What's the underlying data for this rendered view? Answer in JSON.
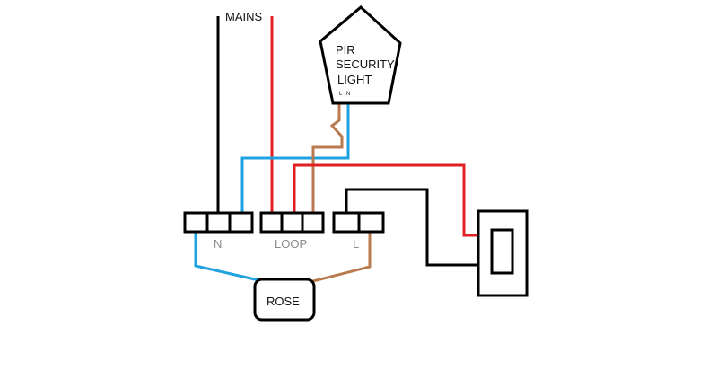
{
  "labels": {
    "mains": "MAINS",
    "pir_line1": "PIR",
    "pir_line2": "SECURITY",
    "pir_line3": "LIGHT",
    "pir_terminal_l": "L",
    "pir_terminal_n": "N",
    "terminal_n": "N",
    "terminal_loop": "LOOP",
    "terminal_l": "L",
    "rose": "ROSE"
  },
  "colors": {
    "live": "#e02020",
    "neutral": "#1fa3e0",
    "switched": "#b97a4e",
    "earth_black": "#000000"
  }
}
